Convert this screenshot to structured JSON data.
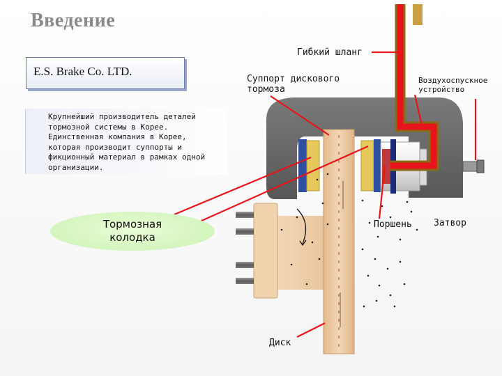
{
  "slide": {
    "title": "Введение"
  },
  "company": {
    "name": "E.S. Brake Co. LTD.",
    "description_lines": [
      "Крупнейший производитель деталей",
      "тормозной системы в Корее.",
      "Единственная компания в Корее,",
      "которая производит суппорты и",
      "фикционный материал в рамках одной",
      "организации."
    ]
  },
  "labels": {
    "flexible_hose": "Гибкий шланг",
    "caliper_line1": "Суппорт дискового",
    "caliper_line2": "тормоза",
    "bleeder_line1": "Воздухоспускное",
    "bleeder_line2": "устройство",
    "brake_pad_line1": "Тормозная",
    "brake_pad_line2": "колодка",
    "piston": "Поршень",
    "valve": "Затвор",
    "disc": "Диск"
  },
  "colors": {
    "title": "#8a8a8a",
    "caliper": "#5f5f5f",
    "hose": "#e8141b",
    "hose_outline": "#8b6a16",
    "pointer_line": "#e8141b",
    "disc": "#ebc79e",
    "pad_friction": "#e6c95a",
    "pad_backing": "#2f4fa0",
    "label_ellipse": "#c9f2b3"
  }
}
